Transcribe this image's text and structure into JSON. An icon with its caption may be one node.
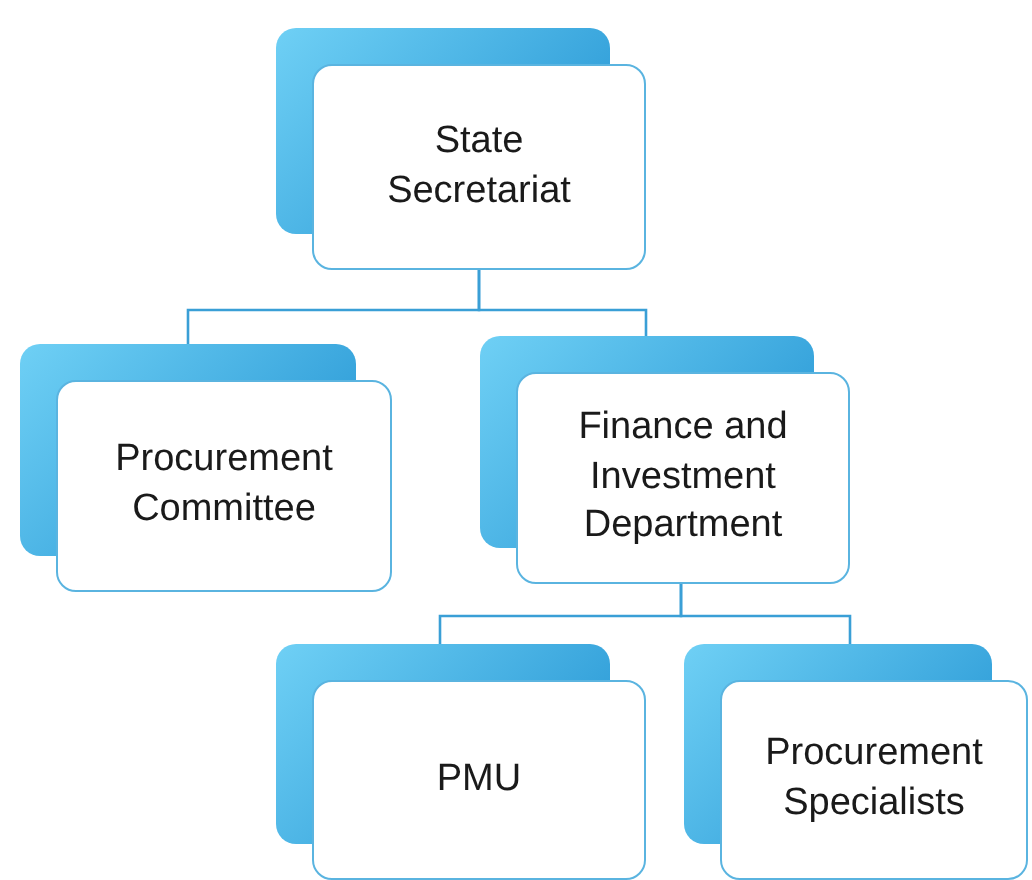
{
  "diagram": {
    "nodes": [
      {
        "text": [
          "State Secretariat"
        ]
      },
      {
        "text": [
          "Procurement Committee"
        ]
      },
      {
        "text": [
          "Finance and Investment Department"
        ]
      },
      {
        "text": [
          "PMU"
        ]
      },
      {
        "text": [
          "Procurement Specialists"
        ]
      }
    ],
    "edges": [
      {
        "from": 0,
        "to": 1,
        "arrow": "none"
      },
      {
        "from": 0,
        "to": 2,
        "arrow": "none"
      },
      {
        "from": 2,
        "to": 3,
        "arrow": "none"
      },
      {
        "from": 2,
        "to": 4,
        "arrow": "none"
      }
    ]
  }
}
